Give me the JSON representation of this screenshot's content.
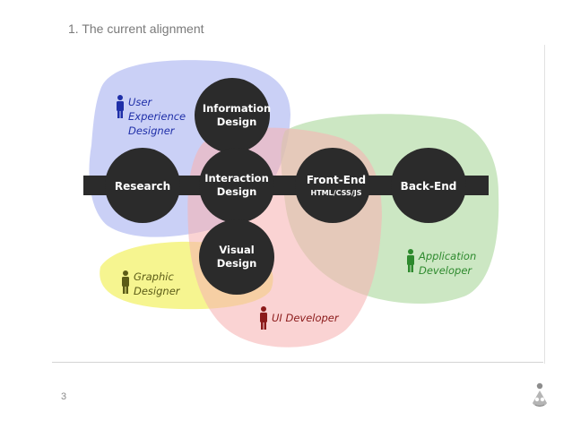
{
  "slide": {
    "title": "1. The current alignment",
    "page_number": "3"
  },
  "diagram": {
    "nodes": {
      "information_design": [
        "Information",
        "Design"
      ],
      "research": [
        "Research"
      ],
      "interaction_design": [
        "Interaction",
        "Design"
      ],
      "visual_design": [
        "Visual",
        "Design"
      ],
      "front_end": [
        "Front-End",
        "HTML/CSS/JS"
      ],
      "back_end": [
        "Back-End"
      ]
    },
    "roles": {
      "ux_designer": [
        "User",
        "Experience",
        "Designer"
      ],
      "graphic_designer": [
        "Graphic",
        "Designer"
      ],
      "ui_developer": [
        "UI Developer"
      ],
      "application_developer": [
        "Application",
        "Developer"
      ]
    }
  },
  "colors": {
    "ux_region": "#a9b3f0",
    "graphic_region": "#f3f26b",
    "ui_region": "#f6b3b3",
    "app_region": "#b2dba4",
    "ux_text": "#1f2fa8",
    "graphic_text": "#5b5b17",
    "ui_text": "#8b1a1a",
    "app_text": "#2e8a2e",
    "node_fill": "#2b2b2b",
    "bar_fill": "#2b2b2b"
  },
  "icons": {
    "person": "person-icon",
    "logo": "logo-icon"
  }
}
